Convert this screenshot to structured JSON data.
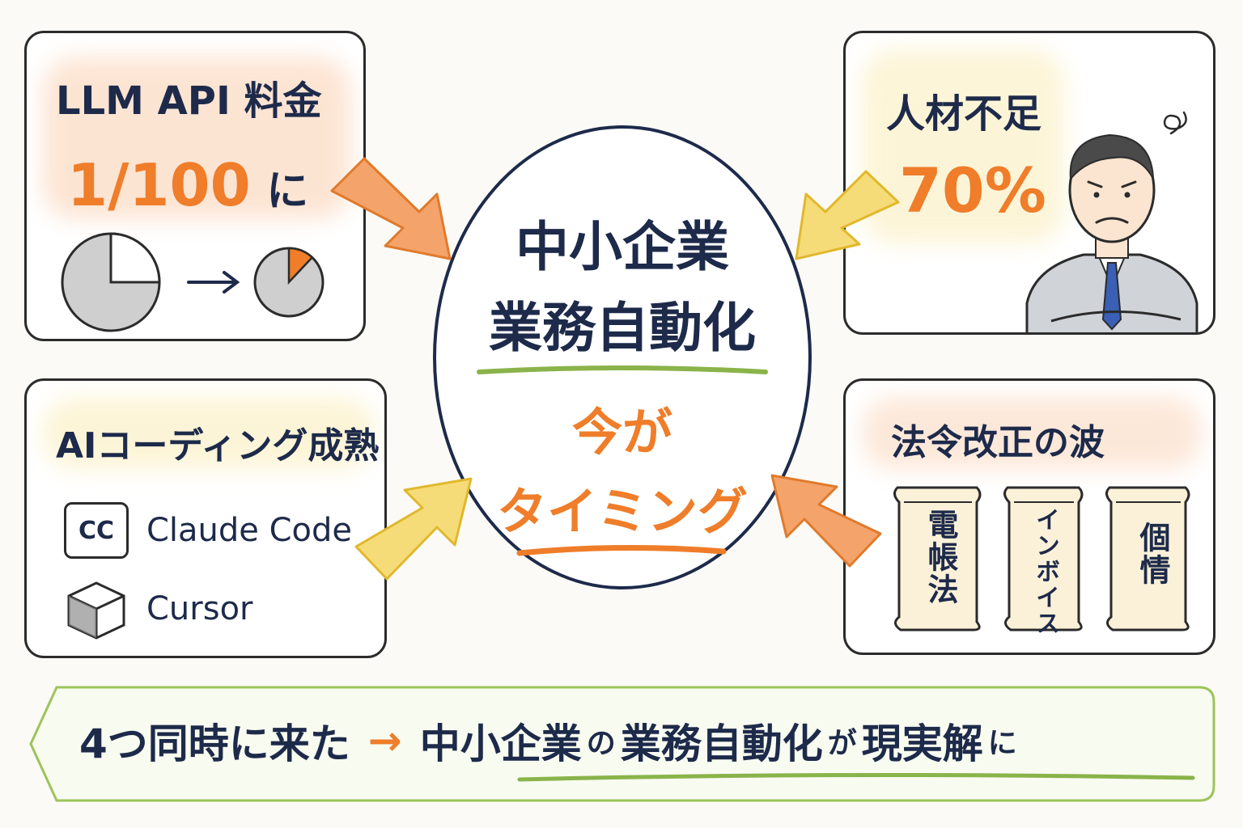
{
  "cards": {
    "llm_api": {
      "title": "LLM API 料金",
      "value_number": "1/100",
      "value_suffix": "に",
      "pie_before_fraction": 0.75,
      "pie_after_fraction": 0.12
    },
    "talent": {
      "title": "人材不足",
      "value": "70%"
    },
    "ai_coding": {
      "title": "AIコーディング成熟",
      "tools": [
        {
          "icon": "cc-terminal-icon",
          "badge": "CC",
          "label": "Claude Code"
        },
        {
          "icon": "cube-icon",
          "label": "Cursor"
        }
      ]
    },
    "law": {
      "title": "法令改正の波",
      "scrolls": [
        "電帳法",
        "インボイス",
        "個情"
      ]
    }
  },
  "center": {
    "title_line1": "中小企業",
    "title_line2": "業務自動化",
    "tagline_line1": "今が",
    "tagline_line2": "タイミング"
  },
  "banner": {
    "lead": "4つ同時に来た",
    "arrow": "→",
    "parts": [
      "中小企業",
      "の",
      "業務自動化",
      "が",
      "現実解",
      "に"
    ]
  },
  "colors": {
    "navy": "#1d2a4a",
    "orange": "#ef7d2a",
    "yellow": "#f2c94c",
    "green": "#8ab34a",
    "gray_fill": "#cfcfcf"
  }
}
